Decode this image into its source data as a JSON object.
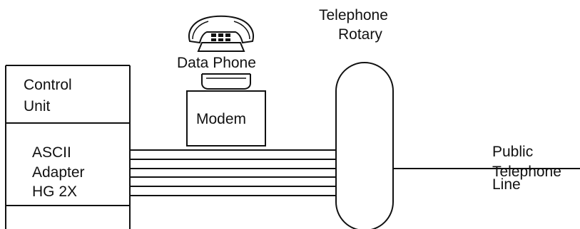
{
  "labels": {
    "control_unit_line1": "Control",
    "control_unit_line2": "Unit",
    "adapter_line1": "ASCII",
    "adapter_line2": "Adapter",
    "adapter_line3": "HG 2X",
    "data_phone": "Data Phone",
    "modem": "Modem",
    "rotary_line1": "Telephone",
    "rotary_line2": "Rotary",
    "public_line1": "Public",
    "public_line2": "Telephone",
    "public_line3": "Line"
  },
  "icons": {
    "telephone": "telephone-icon"
  },
  "colors": {
    "ink": "#111111",
    "background": "#ffffff"
  }
}
